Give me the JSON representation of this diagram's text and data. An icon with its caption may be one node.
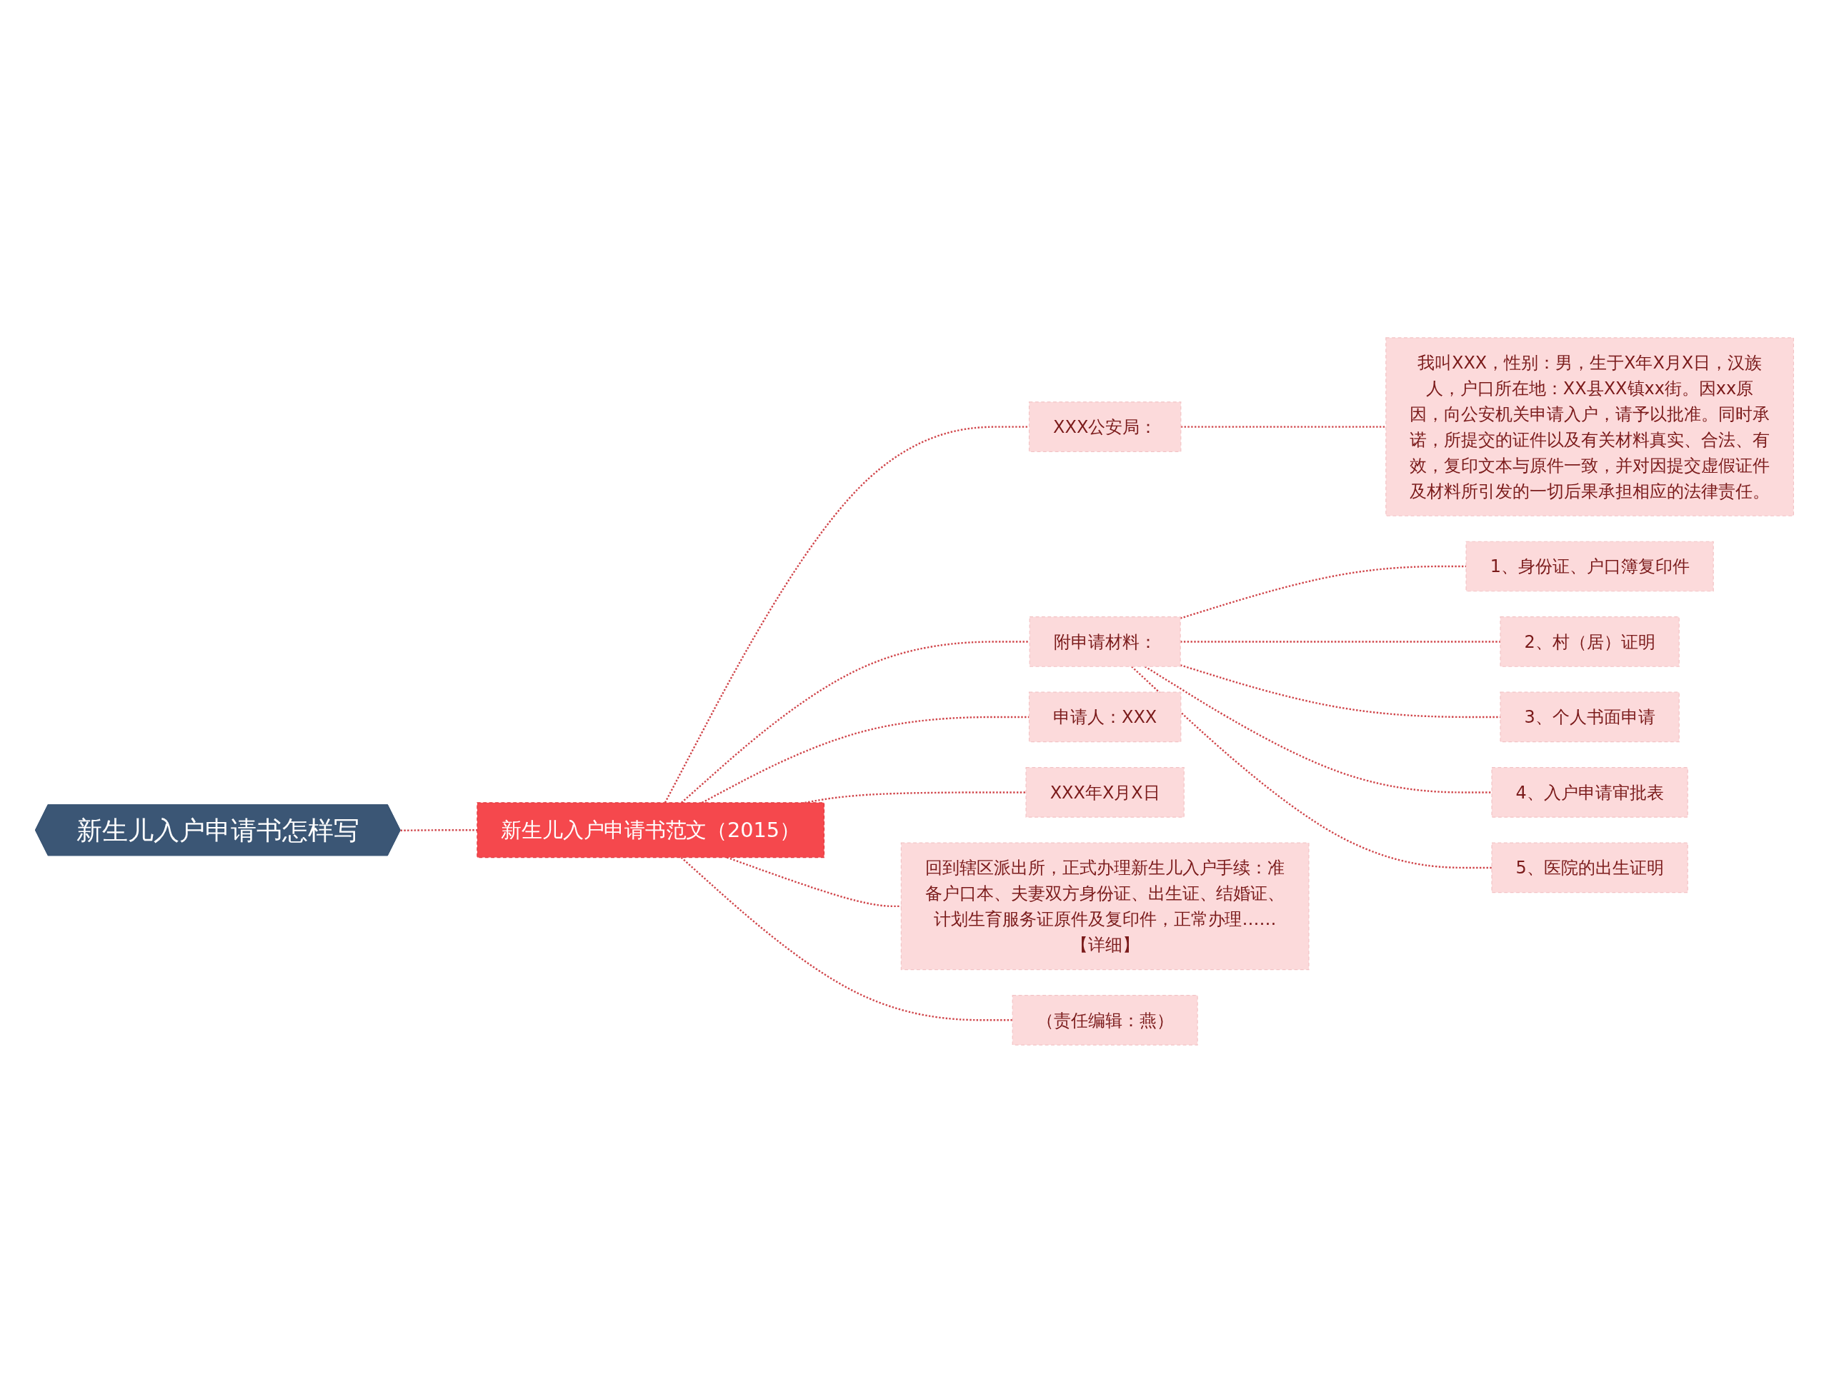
{
  "diagram": {
    "nodes": [
      {
        "text": [
          "新生儿入户申请书怎样写"
        ]
      },
      {
        "text": [
          "新生儿入户申请书范文（2015）"
        ]
      },
      {
        "text": [
          "XXX公安局："
        ]
      },
      {
        "text": [
          "我叫XXX，性别：男，生于X年X月X日，汉族人，户口所在地：XX县XX镇xx街。因xx原因，向公安机关申请入户，请予以批准。同时承诺，所提交的证件以及有关材料真实、合法、有效，复印文本与原件一致，并对因提交虚假证件及材料所引发的一切后果承担相应的法律责任。"
        ]
      },
      {
        "text": [
          "附申请材料："
        ]
      },
      {
        "text": [
          "1、身份证、户口簿复印件"
        ]
      },
      {
        "text": [
          "2、村（居）证明"
        ]
      },
      {
        "text": [
          "3、个人书面申请"
        ]
      },
      {
        "text": [
          "4、入户申请审批表"
        ]
      },
      {
        "text": [
          "5、医院的出生证明"
        ]
      },
      {
        "text": [
          "申请人：XXX"
        ]
      },
      {
        "text": [
          "XXX年X月X日"
        ]
      },
      {
        "text": [
          "回到辖区派出所，正式办理新生儿入户手续：准备户口本、夫妻双方身份证、出生证、结婚证、计划生育服务证原件及复印件，正常办理……【详细】"
        ]
      },
      {
        "text": [
          "（责任编辑：燕）"
        ]
      }
    ],
    "edges": [
      {
        "from": 0,
        "to": 1,
        "arrow": "none",
        "style": "dashed"
      },
      {
        "from": 1,
        "to": 2,
        "arrow": "none",
        "style": "dashed"
      },
      {
        "from": 2,
        "to": 3,
        "arrow": "none",
        "style": "dashed"
      },
      {
        "from": 1,
        "to": 4,
        "arrow": "none",
        "style": "dashed"
      },
      {
        "from": 4,
        "to": 5,
        "arrow": "none",
        "style": "dashed"
      },
      {
        "from": 4,
        "to": 6,
        "arrow": "none",
        "style": "dashed"
      },
      {
        "from": 4,
        "to": 7,
        "arrow": "none",
        "style": "dashed"
      },
      {
        "from": 4,
        "to": 8,
        "arrow": "none",
        "style": "dashed"
      },
      {
        "from": 4,
        "to": 9,
        "arrow": "none",
        "style": "dashed"
      },
      {
        "from": 1,
        "to": 10,
        "arrow": "none",
        "style": "dashed"
      },
      {
        "from": 1,
        "to": 11,
        "arrow": "none",
        "style": "dashed"
      },
      {
        "from": 1,
        "to": 12,
        "arrow": "none",
        "style": "dashed"
      },
      {
        "from": 1,
        "to": 13,
        "arrow": "none",
        "style": "dashed"
      }
    ]
  }
}
